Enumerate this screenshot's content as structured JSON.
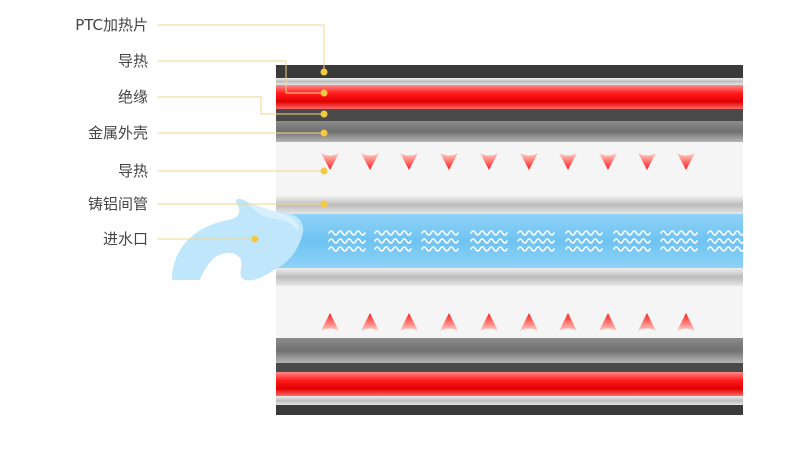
{
  "labels": {
    "ptc_heater": "PTC加热片",
    "heat_conduction_top": "导热",
    "insulation": "绝缘",
    "metal_shell": "金属外壳",
    "heat_conduction_mid": "导热",
    "cast_aluminum_tube": "铸铝间管",
    "water_inlet": "进水口"
  },
  "colors": {
    "leader_line": "#f2d68a",
    "dot": "#f5c842",
    "heater_red": "#ff1a1a",
    "water_blue": "#7ccaf5",
    "dark_layer": "#3a3a3a",
    "arrow_red": "#ff2a2a"
  },
  "icons": {
    "wave": "wave-icon",
    "heat_arrow_down": "heat-arrow-down-icon",
    "heat_arrow_up": "heat-arrow-up-icon",
    "water_splash": "water-splash-icon"
  }
}
